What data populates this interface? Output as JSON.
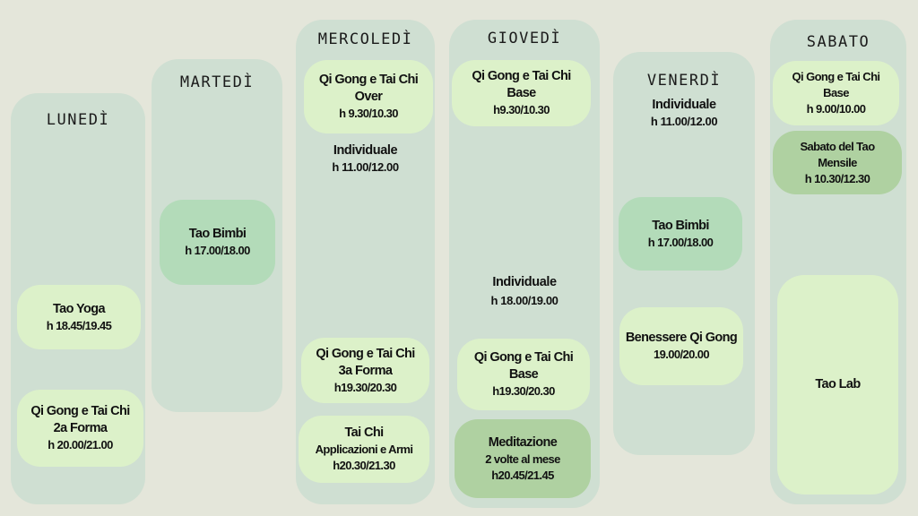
{
  "colors": {
    "background": "#e4e6da",
    "column": "#cfdfd2",
    "card_light": "#dcf1c9",
    "card_mid": "#b3dbb9",
    "card_dark": "#afd1a1"
  },
  "days": {
    "lunedi": {
      "label": "LUNEDÌ",
      "items": [
        {
          "title": "Tao Yoga",
          "time": "h 18.45/19.45"
        },
        {
          "title": "Qi Gong e Tai Chi",
          "subtitle": "2a Forma",
          "time": "h 20.00/21.00"
        }
      ]
    },
    "martedi": {
      "label": "MARTEDÌ",
      "items": [
        {
          "title": "Tao Bimbi",
          "time": "h 17.00/18.00"
        }
      ]
    },
    "mercoledi": {
      "label": "MERCOLEDÌ",
      "items": [
        {
          "title": "Qi Gong e Tai Chi",
          "subtitle": "Over",
          "time": "h 9.30/10.30"
        },
        {
          "title": "Individuale",
          "time": "h 11.00/12.00"
        },
        {
          "title": "Qi Gong e Tai Chi",
          "subtitle": "3a Forma",
          "time": "h19.30/20.30"
        },
        {
          "title": "Tai Chi",
          "subtitle": "Applicazioni e Armi",
          "time": "h20.30/21.30"
        }
      ]
    },
    "giovedi": {
      "label": "GIOVEDÌ",
      "items": [
        {
          "title": "Qi Gong e Tai Chi",
          "subtitle": "Base",
          "time": "h9.30/10.30"
        },
        {
          "title": "Individuale",
          "time": "h 18.00/19.00"
        },
        {
          "title": "Qi Gong e Tai Chi",
          "subtitle": "Base",
          "time": "h19.30/20.30"
        },
        {
          "title": "Meditazione",
          "subtitle": "2 volte al mese",
          "time": "h20.45/21.45"
        }
      ]
    },
    "venerdi": {
      "label": "VENERDÌ",
      "items": [
        {
          "title": "Individuale",
          "time": "h 11.00/12.00"
        },
        {
          "title": "Tao Bimbi",
          "time": "h 17.00/18.00"
        },
        {
          "title": "Benessere Qi Gong",
          "time": "19.00/20.00"
        }
      ]
    },
    "sabato": {
      "label": "SABATO",
      "items": [
        {
          "title": "Qi Gong e Tai Chi",
          "subtitle": "Base",
          "time": "h 9.00/10.00"
        },
        {
          "title": "Sabato del Tao",
          "subtitle": "Mensile",
          "time": "h 10.30/12.30"
        },
        {
          "title": "Tao Lab"
        }
      ]
    }
  }
}
